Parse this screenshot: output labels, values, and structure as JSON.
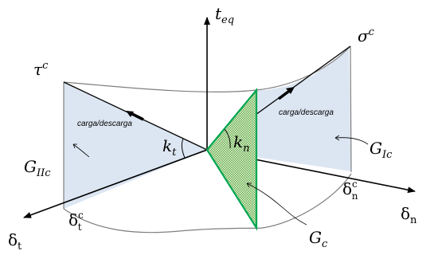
{
  "colors": {
    "face_fill": "#dce6f2",
    "face_stroke": "#7f7f7f",
    "triangle_fill": "#92d050",
    "triangle_stroke": "#00a651",
    "axis": "#000000"
  },
  "labels": {
    "t_eq": {
      "base": "t",
      "sub": "eq"
    },
    "tau": {
      "base": "τ",
      "sup": "c"
    },
    "sigma": {
      "base": "σ",
      "sup": "c"
    },
    "delta_t": {
      "base": "δ",
      "sub": "t"
    },
    "delta_n": {
      "base": "δ",
      "sub": "n"
    },
    "delta_t_c": {
      "base": "δ",
      "sub": "t",
      "sup": "c"
    },
    "delta_n_c": {
      "base": "δ",
      "sub": "n",
      "sup": "c"
    },
    "k_t": {
      "base": "k",
      "sub": "t"
    },
    "k_n": {
      "base": "k",
      "sub": "n"
    },
    "G_IIc": {
      "base": "G",
      "sub": "IIc"
    },
    "G_Ic": {
      "base": "G",
      "sub": "Ic"
    },
    "G_c": {
      "base": "G",
      "sub": "c"
    },
    "carga_left": "carga/descarga",
    "carga_right": "carga/descarga"
  }
}
